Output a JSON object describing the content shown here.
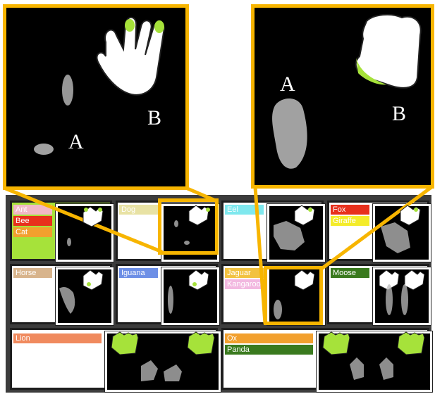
{
  "zoom_left": {
    "label_a": "A",
    "label_b": "B"
  },
  "zoom_right": {
    "label_a": "A",
    "label_b": "B"
  },
  "cards": [
    {
      "labels": [
        "Ant",
        "Bee",
        "Cat"
      ],
      "colors": [
        "#f2b8c6",
        "#e8301c",
        "#f2a02e"
      ],
      "active": true
    },
    {
      "labels": [
        "Dog"
      ],
      "colors": [
        "#e8e2a4"
      ],
      "active": false
    },
    {
      "labels": [
        "Eel"
      ],
      "colors": [
        "#7fe8ee"
      ],
      "active": false
    },
    {
      "labels": [
        "Fox",
        "Giraffe"
      ],
      "colors": [
        "#e8301c",
        "#f4ec2a"
      ],
      "active": false
    },
    {
      "labels": [
        "Horse"
      ],
      "colors": [
        "#d8b48c"
      ],
      "active": false
    },
    {
      "labels": [
        "Iguana"
      ],
      "colors": [
        "#6d8fe6"
      ],
      "active": false
    },
    {
      "labels": [
        "Jaguar",
        "Kangaroo"
      ],
      "colors": [
        "#f2c240",
        "#f2b8e0"
      ],
      "active": false
    },
    {
      "labels": [
        "Moose"
      ],
      "colors": [
        "#3a7a1e"
      ],
      "active": false
    },
    {
      "labels": [
        "Lion"
      ],
      "colors": [
        "#f08a5e"
      ],
      "active": false
    },
    {
      "labels": [
        "Ox",
        "Panda"
      ],
      "colors": [
        "#f2a02e",
        "#3a7a1e"
      ],
      "active": false
    }
  ],
  "colors": {
    "highlight": "#f7b500",
    "tip": "#a6e23a",
    "grid_bg": "#3c3c3c"
  }
}
